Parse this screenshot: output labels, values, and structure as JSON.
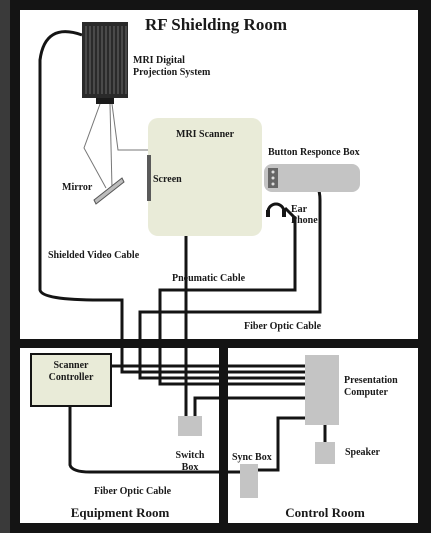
{
  "title": "RF Shielding Room",
  "rooms": {
    "equipment": "Equipment Room",
    "control": "Control Room"
  },
  "components": {
    "projector_line1": "MRI Digital",
    "projector_line2": "Projection System",
    "scanner": "MRI Scanner",
    "screen": "Screen",
    "mirror": "Mirror",
    "button_box": "Button Responce Box",
    "ear_phone_line1": "Ear",
    "ear_phone_line2": "Phone",
    "scanner_controller_line1": "Scanner",
    "scanner_controller_line2": "Controller",
    "presentation_line1": "Presentation",
    "presentation_line2": "Computer",
    "switch_line1": "Switch",
    "switch_line2": "Box",
    "sync_box": "Sync Box",
    "speaker": "Speaker"
  },
  "cables": {
    "shielded_video": "Shielded Video Cable",
    "pneumatic": "Pneumatic Cable",
    "fiber_optic_upper": "Fiber Optic Cable",
    "fiber_optic_lower": "Fiber Optic Cable"
  },
  "colors": {
    "border": "#141414",
    "room_bg": "#ffffff",
    "scanner_fill": "#e9ebd8",
    "box_fill": "#c4c4c4",
    "controller_fill": "#e9ebd8"
  }
}
